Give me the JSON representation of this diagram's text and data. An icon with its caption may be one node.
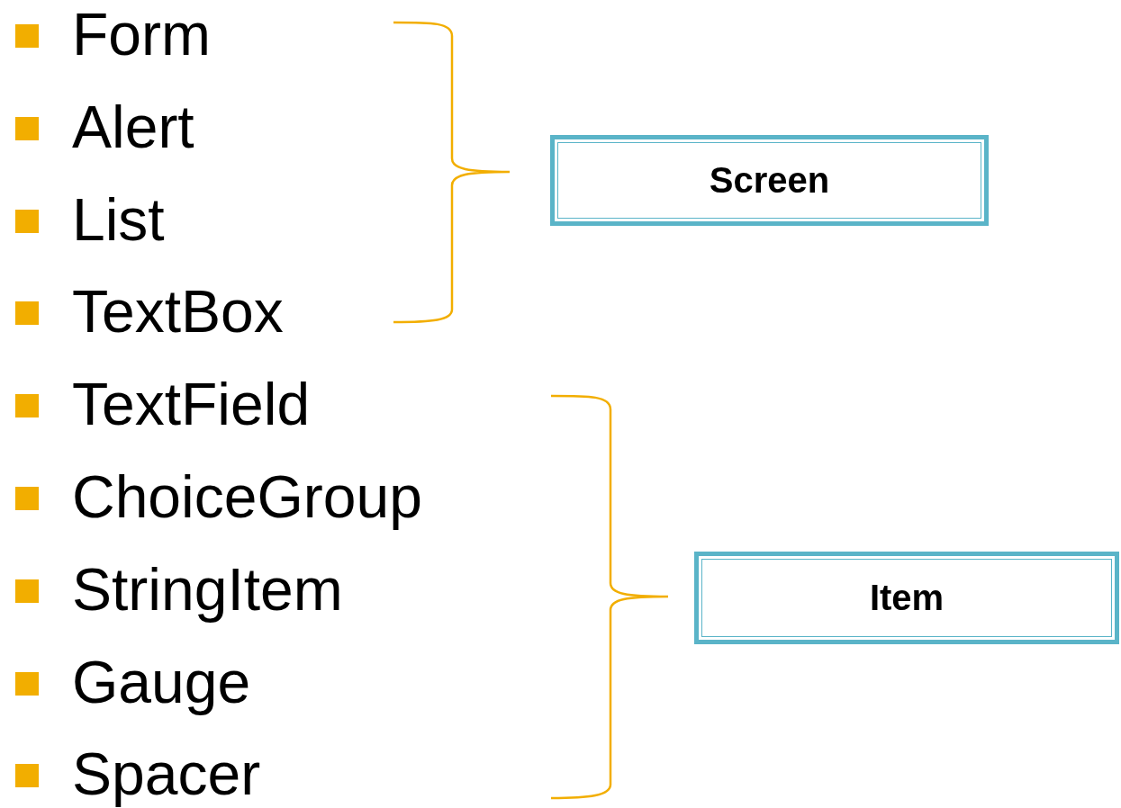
{
  "diagram": {
    "nodes": [
      {
        "text": [
          "Screen"
        ]
      },
      {
        "text": [
          "Item"
        ]
      }
    ],
    "labels": [
      "Form",
      "Alert",
      "List",
      "TextBox",
      "TextField",
      "ChoiceGroup",
      "StringItem",
      "Gauge",
      "Spacer"
    ]
  }
}
